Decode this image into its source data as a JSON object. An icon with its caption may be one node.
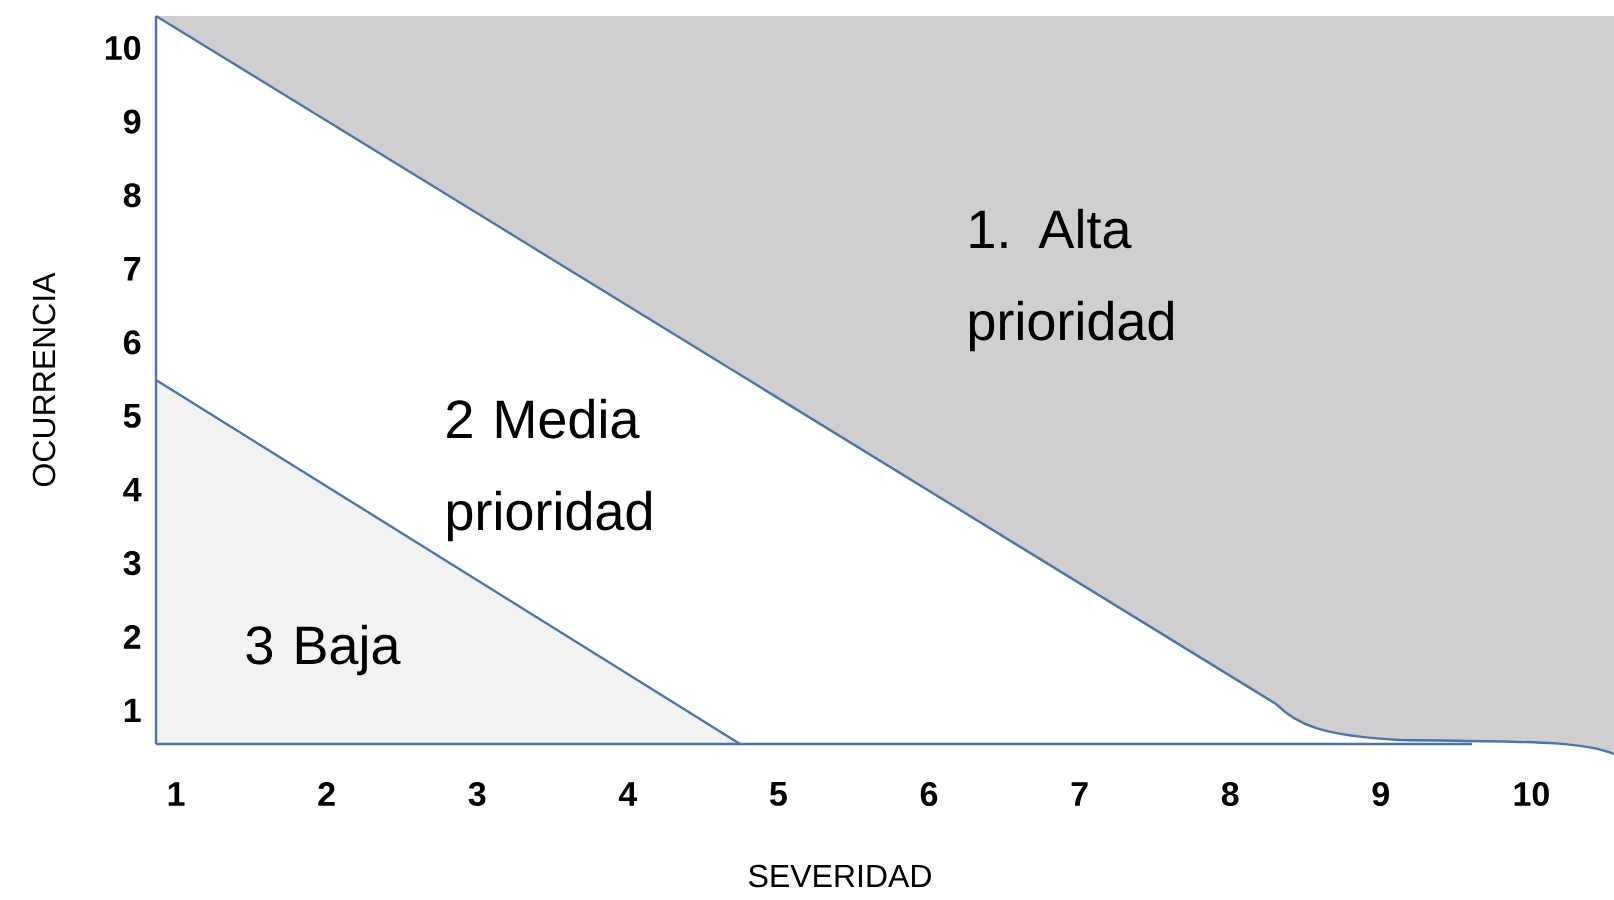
{
  "diagram": {
    "nodes": [
      {
        "text": [
          "1. Alta prioridad"
        ]
      },
      {
        "text": [
          "2 Media prioridad"
        ]
      },
      {
        "text": [
          "3 Baja"
        ]
      }
    ],
    "labels": [
      "10",
      "9",
      "8",
      "7",
      "6",
      "5",
      "4",
      "3",
      "2",
      "1",
      "OCURRENCIA",
      "1",
      "2",
      "3",
      "4",
      "5",
      "6",
      "7",
      "8",
      "9",
      "10",
      "SEVERIDAD"
    ]
  }
}
